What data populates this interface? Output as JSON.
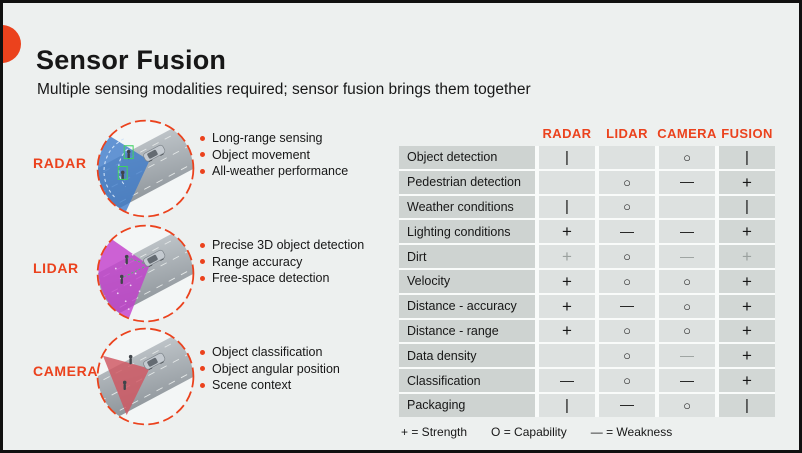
{
  "slide": {
    "title": "Sensor Fusion",
    "subtitle": "Multiple sensing modalities required; sensor fusion brings them together"
  },
  "colors": {
    "accent": "#eb421d",
    "background": "#edf0ef",
    "ink": "#171717",
    "label_cell": "#ced3d1",
    "value_cell": "#dde1e0",
    "fusion_cell": "#d2d7d5",
    "muted_symbol": "#9ba19f",
    "radar_cone": "#3a79c9",
    "lidar_cone": "#c23ccc",
    "camera_cone": "#cf5560"
  },
  "sensors": [
    {
      "label": "RADAR",
      "icon": "radar-scene",
      "bullets": [
        "Long-range sensing",
        "Object movement",
        "All-weather performance"
      ]
    },
    {
      "label": "LIDAR",
      "icon": "lidar-scene",
      "bullets": [
        "Precise 3D object detection",
        "Range accuracy",
        "Free-space detection"
      ]
    },
    {
      "label": "CAMERA",
      "icon": "camera-scene",
      "bullets": [
        "Object classification",
        "Object angular position",
        "Scene context"
      ]
    }
  ],
  "table": {
    "columns": [
      "RADAR",
      "LIDAR",
      "CAMERA",
      "FUSION"
    ],
    "rows": [
      {
        "label": "Object detection",
        "cells": [
          {
            "symbol": "|"
          },
          {
            "symbol": ""
          },
          {
            "symbol": "○"
          },
          {
            "symbol": "|"
          }
        ]
      },
      {
        "label": "Pedestrian detection",
        "cells": [
          {
            "symbol": ""
          },
          {
            "symbol": "○"
          },
          {
            "symbol": "—"
          },
          {
            "symbol": "+"
          }
        ]
      },
      {
        "label": "Weather conditions",
        "cells": [
          {
            "symbol": "|"
          },
          {
            "symbol": "○"
          },
          {
            "symbol": ""
          },
          {
            "symbol": "|"
          }
        ]
      },
      {
        "label": "Lighting conditions",
        "cells": [
          {
            "symbol": "+"
          },
          {
            "symbol": "—"
          },
          {
            "symbol": "—"
          },
          {
            "symbol": "+"
          }
        ]
      },
      {
        "label": "Dirt",
        "cells": [
          {
            "symbol": "+",
            "muted": true
          },
          {
            "symbol": "○"
          },
          {
            "symbol": "—",
            "muted": true
          },
          {
            "symbol": "+",
            "muted": true
          }
        ]
      },
      {
        "label": "Velocity",
        "cells": [
          {
            "symbol": "+"
          },
          {
            "symbol": "○"
          },
          {
            "symbol": "○"
          },
          {
            "symbol": "+"
          }
        ]
      },
      {
        "label": "Distance - accuracy",
        "cells": [
          {
            "symbol": "+"
          },
          {
            "symbol": "—"
          },
          {
            "symbol": "○"
          },
          {
            "symbol": "+"
          }
        ]
      },
      {
        "label": "Distance - range",
        "cells": [
          {
            "symbol": "+"
          },
          {
            "symbol": "○"
          },
          {
            "symbol": "○"
          },
          {
            "symbol": "+"
          }
        ]
      },
      {
        "label": "Data density",
        "cells": [
          {
            "symbol": ""
          },
          {
            "symbol": "○"
          },
          {
            "symbol": "—",
            "muted": true
          },
          {
            "symbol": "+"
          }
        ]
      },
      {
        "label": "Classification",
        "cells": [
          {
            "symbol": "—"
          },
          {
            "symbol": "○"
          },
          {
            "symbol": "—"
          },
          {
            "symbol": "+"
          }
        ]
      },
      {
        "label": "Packaging",
        "cells": [
          {
            "symbol": "|"
          },
          {
            "symbol": "—"
          },
          {
            "symbol": "○"
          },
          {
            "symbol": "|"
          }
        ]
      }
    ],
    "legend": [
      "+ = Strength",
      "O = Capability",
      "— = Weakness"
    ]
  }
}
